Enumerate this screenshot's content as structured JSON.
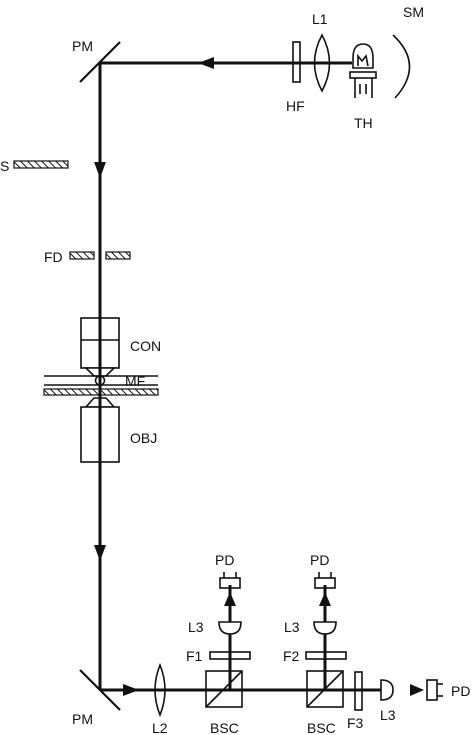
{
  "labels": {
    "sm": "SM",
    "l1": "L1",
    "pm_top": "PM",
    "hf": "HF",
    "th": "TH",
    "s": "S",
    "fd": "FD",
    "con": "CON",
    "mf": "MF",
    "obj": "OBJ",
    "pd_left": "PD",
    "pd_mid": "PD",
    "pd_right": "PD",
    "l3_left": "L3",
    "l3_mid": "L3",
    "l3_right": "L3",
    "f1": "F1",
    "f2": "F2",
    "f3": "F3",
    "pm_bottom": "PM",
    "l2": "L2",
    "bsc_left": "BSC",
    "bsc_right": "BSC"
  }
}
